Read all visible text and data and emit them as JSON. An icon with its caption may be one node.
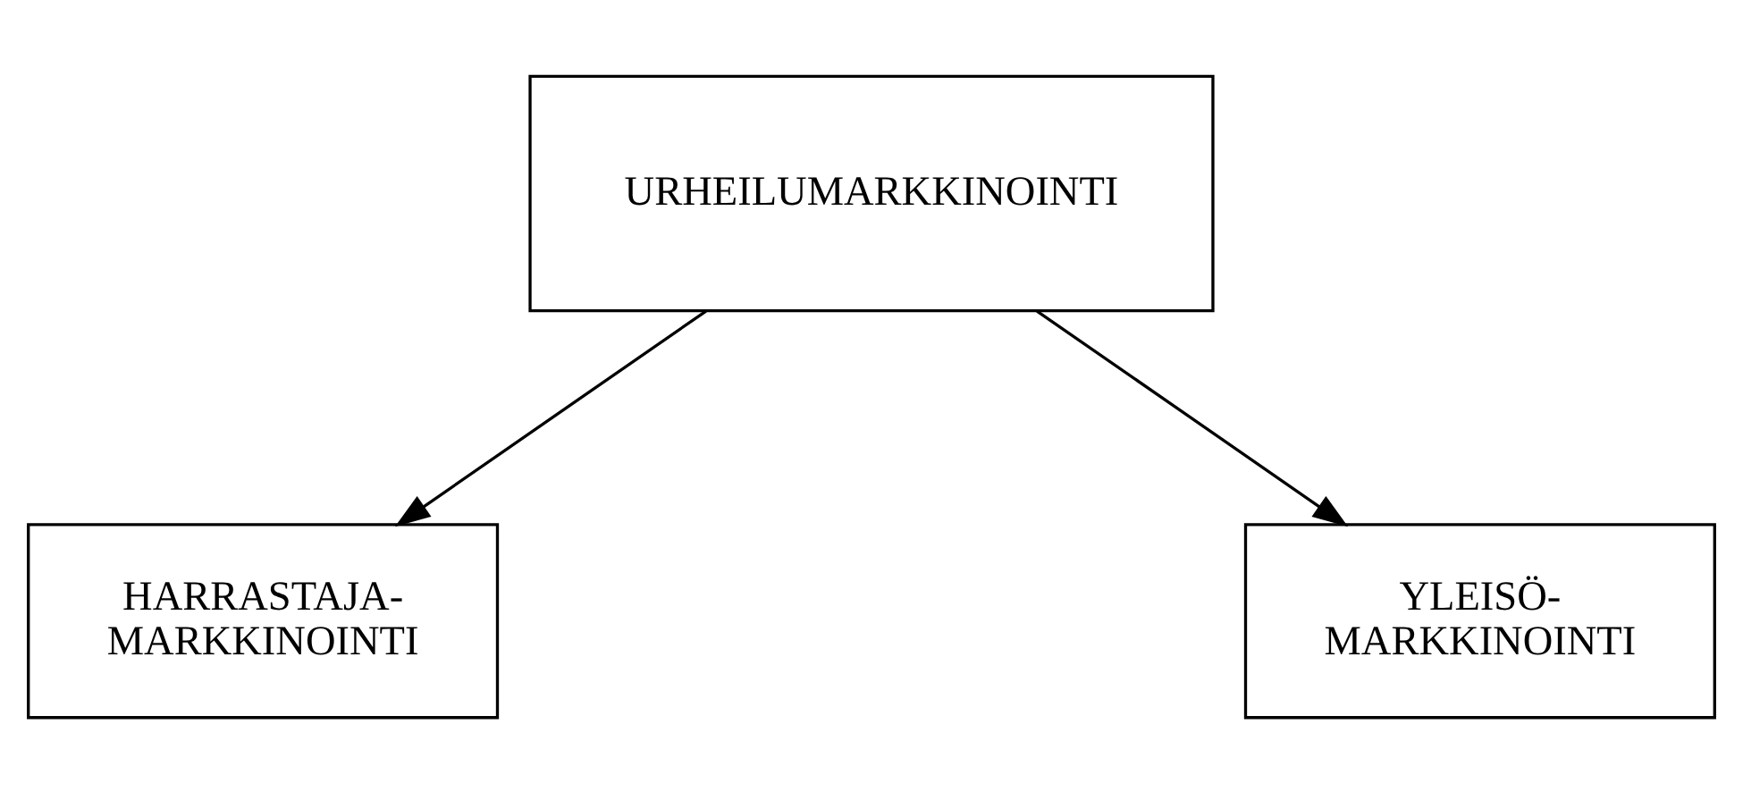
{
  "diagram": {
    "nodes": [
      {
        "text": [
          "URHEILUMARKKINOINTI"
        ]
      },
      {
        "text": [
          "HARRASTAJA- MARKKINOINTI"
        ]
      },
      {
        "text": [
          "YLEISÖ- MARKKINOINTI"
        ]
      }
    ],
    "edges": [
      {
        "from": 0,
        "to": 1,
        "arrow": "to"
      },
      {
        "from": 0,
        "to": 2,
        "arrow": "to"
      }
    ]
  }
}
